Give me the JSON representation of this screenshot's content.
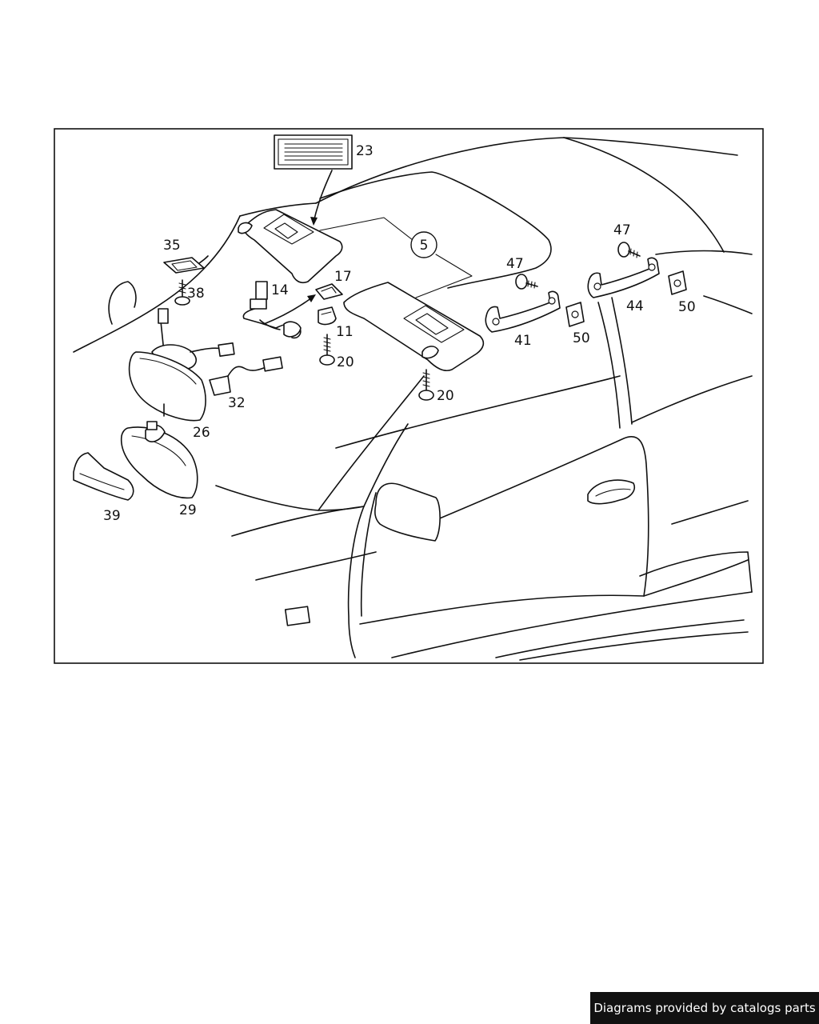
{
  "footer": {
    "credit": "Diagrams provided by catalogs parts"
  },
  "callouts": {
    "c5": "5",
    "c11": "11",
    "c14": "14",
    "c17": "17",
    "c20a": "20",
    "c20b": "20",
    "c23": "23",
    "c26": "26",
    "c29": "29",
    "c32": "32",
    "c35": "35",
    "c38": "38",
    "c39": "39",
    "c41": "41",
    "c44": "44",
    "c47a": "47",
    "c47b": "47",
    "c50a": "50",
    "c50b": "50"
  },
  "colors": {
    "ink": "#111111",
    "footer_bg": "#111111",
    "footer_text": "#ffffff"
  }
}
